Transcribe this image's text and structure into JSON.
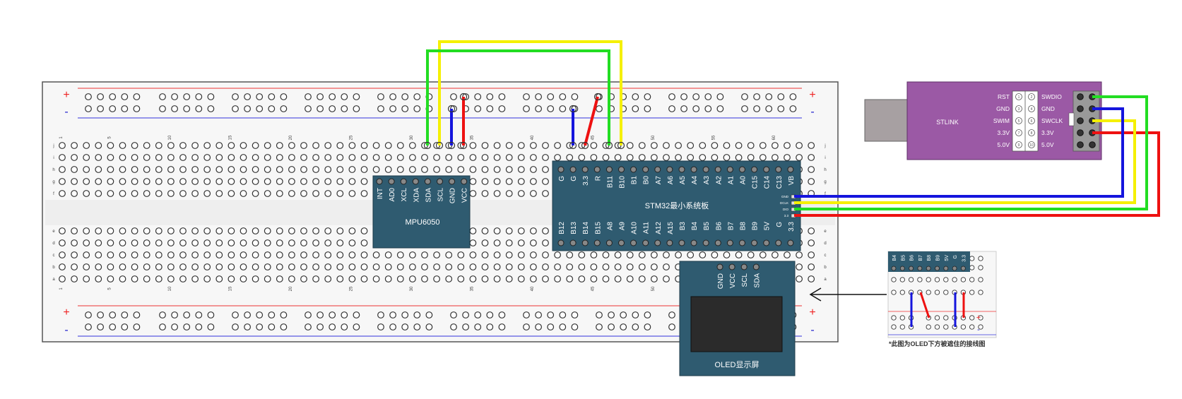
{
  "breadboard": {
    "plus_sign": "+",
    "minus_sign": "-",
    "column_numbers": [
      "1",
      "5",
      "10",
      "15",
      "20",
      "25",
      "30",
      "35",
      "40",
      "45",
      "50",
      "55",
      "60"
    ],
    "row_letters_top": [
      "j",
      "i",
      "h",
      "g",
      "f"
    ],
    "row_letters_bottom": [
      "e",
      "d",
      "c",
      "b",
      "a"
    ]
  },
  "mpu6050": {
    "title": "MPU6050",
    "pins": [
      "INT",
      "AD0",
      "XCL",
      "XDA",
      "SDA",
      "SCL",
      "GND",
      "VCC"
    ]
  },
  "stm32": {
    "title": "STM32最小系统板",
    "top_pins": [
      "G",
      "G",
      "3.3",
      "R",
      "B11",
      "B10",
      "B1",
      "B0",
      "A7",
      "A6",
      "A5",
      "A4",
      "A3",
      "A2",
      "A1",
      "A0",
      "C15",
      "C14",
      "C13",
      "VB"
    ],
    "bottom_pins": [
      "B12",
      "B13",
      "B14",
      "B15",
      "A8",
      "A9",
      "A10",
      "A11",
      "A12",
      "A15",
      "B3",
      "B4",
      "B5",
      "B6",
      "B7",
      "B8",
      "B9",
      "5V",
      "G",
      "3.3"
    ],
    "swd_labels": [
      "GND",
      "DCLK",
      "DIO",
      "3.3"
    ]
  },
  "oled": {
    "title": "OLED显示屏",
    "pins": [
      "GND",
      "VCC",
      "SCL",
      "SDA"
    ]
  },
  "stlink": {
    "title": "STLINK",
    "left_labels": [
      "RST",
      "GND",
      "SWIM",
      "3.3V",
      "5.0V"
    ],
    "right_labels": [
      "SWDIO",
      "GND",
      "SWCLK",
      "3.3V",
      "5.0V"
    ],
    "pin_numbers_left": [
      "1",
      "3",
      "5",
      "7",
      "9"
    ],
    "pin_numbers_right": [
      "2",
      "4",
      "6",
      "8",
      "10"
    ]
  },
  "inset": {
    "pins": [
      "B4",
      "B5",
      "B6",
      "B7",
      "B8",
      "B9",
      "5V",
      "G",
      "3.3"
    ],
    "caption": "*此图为OLED下方被遮住的接线图"
  },
  "colors": {
    "board_bg": "#f5f5f5",
    "module_blue": "#2f5b70",
    "stlink_purple": "#9b59a5",
    "wire_red": "#ee1111",
    "wire_blue": "#1515dd",
    "wire_green": "#22dd22",
    "wire_yellow": "#f5f000"
  }
}
